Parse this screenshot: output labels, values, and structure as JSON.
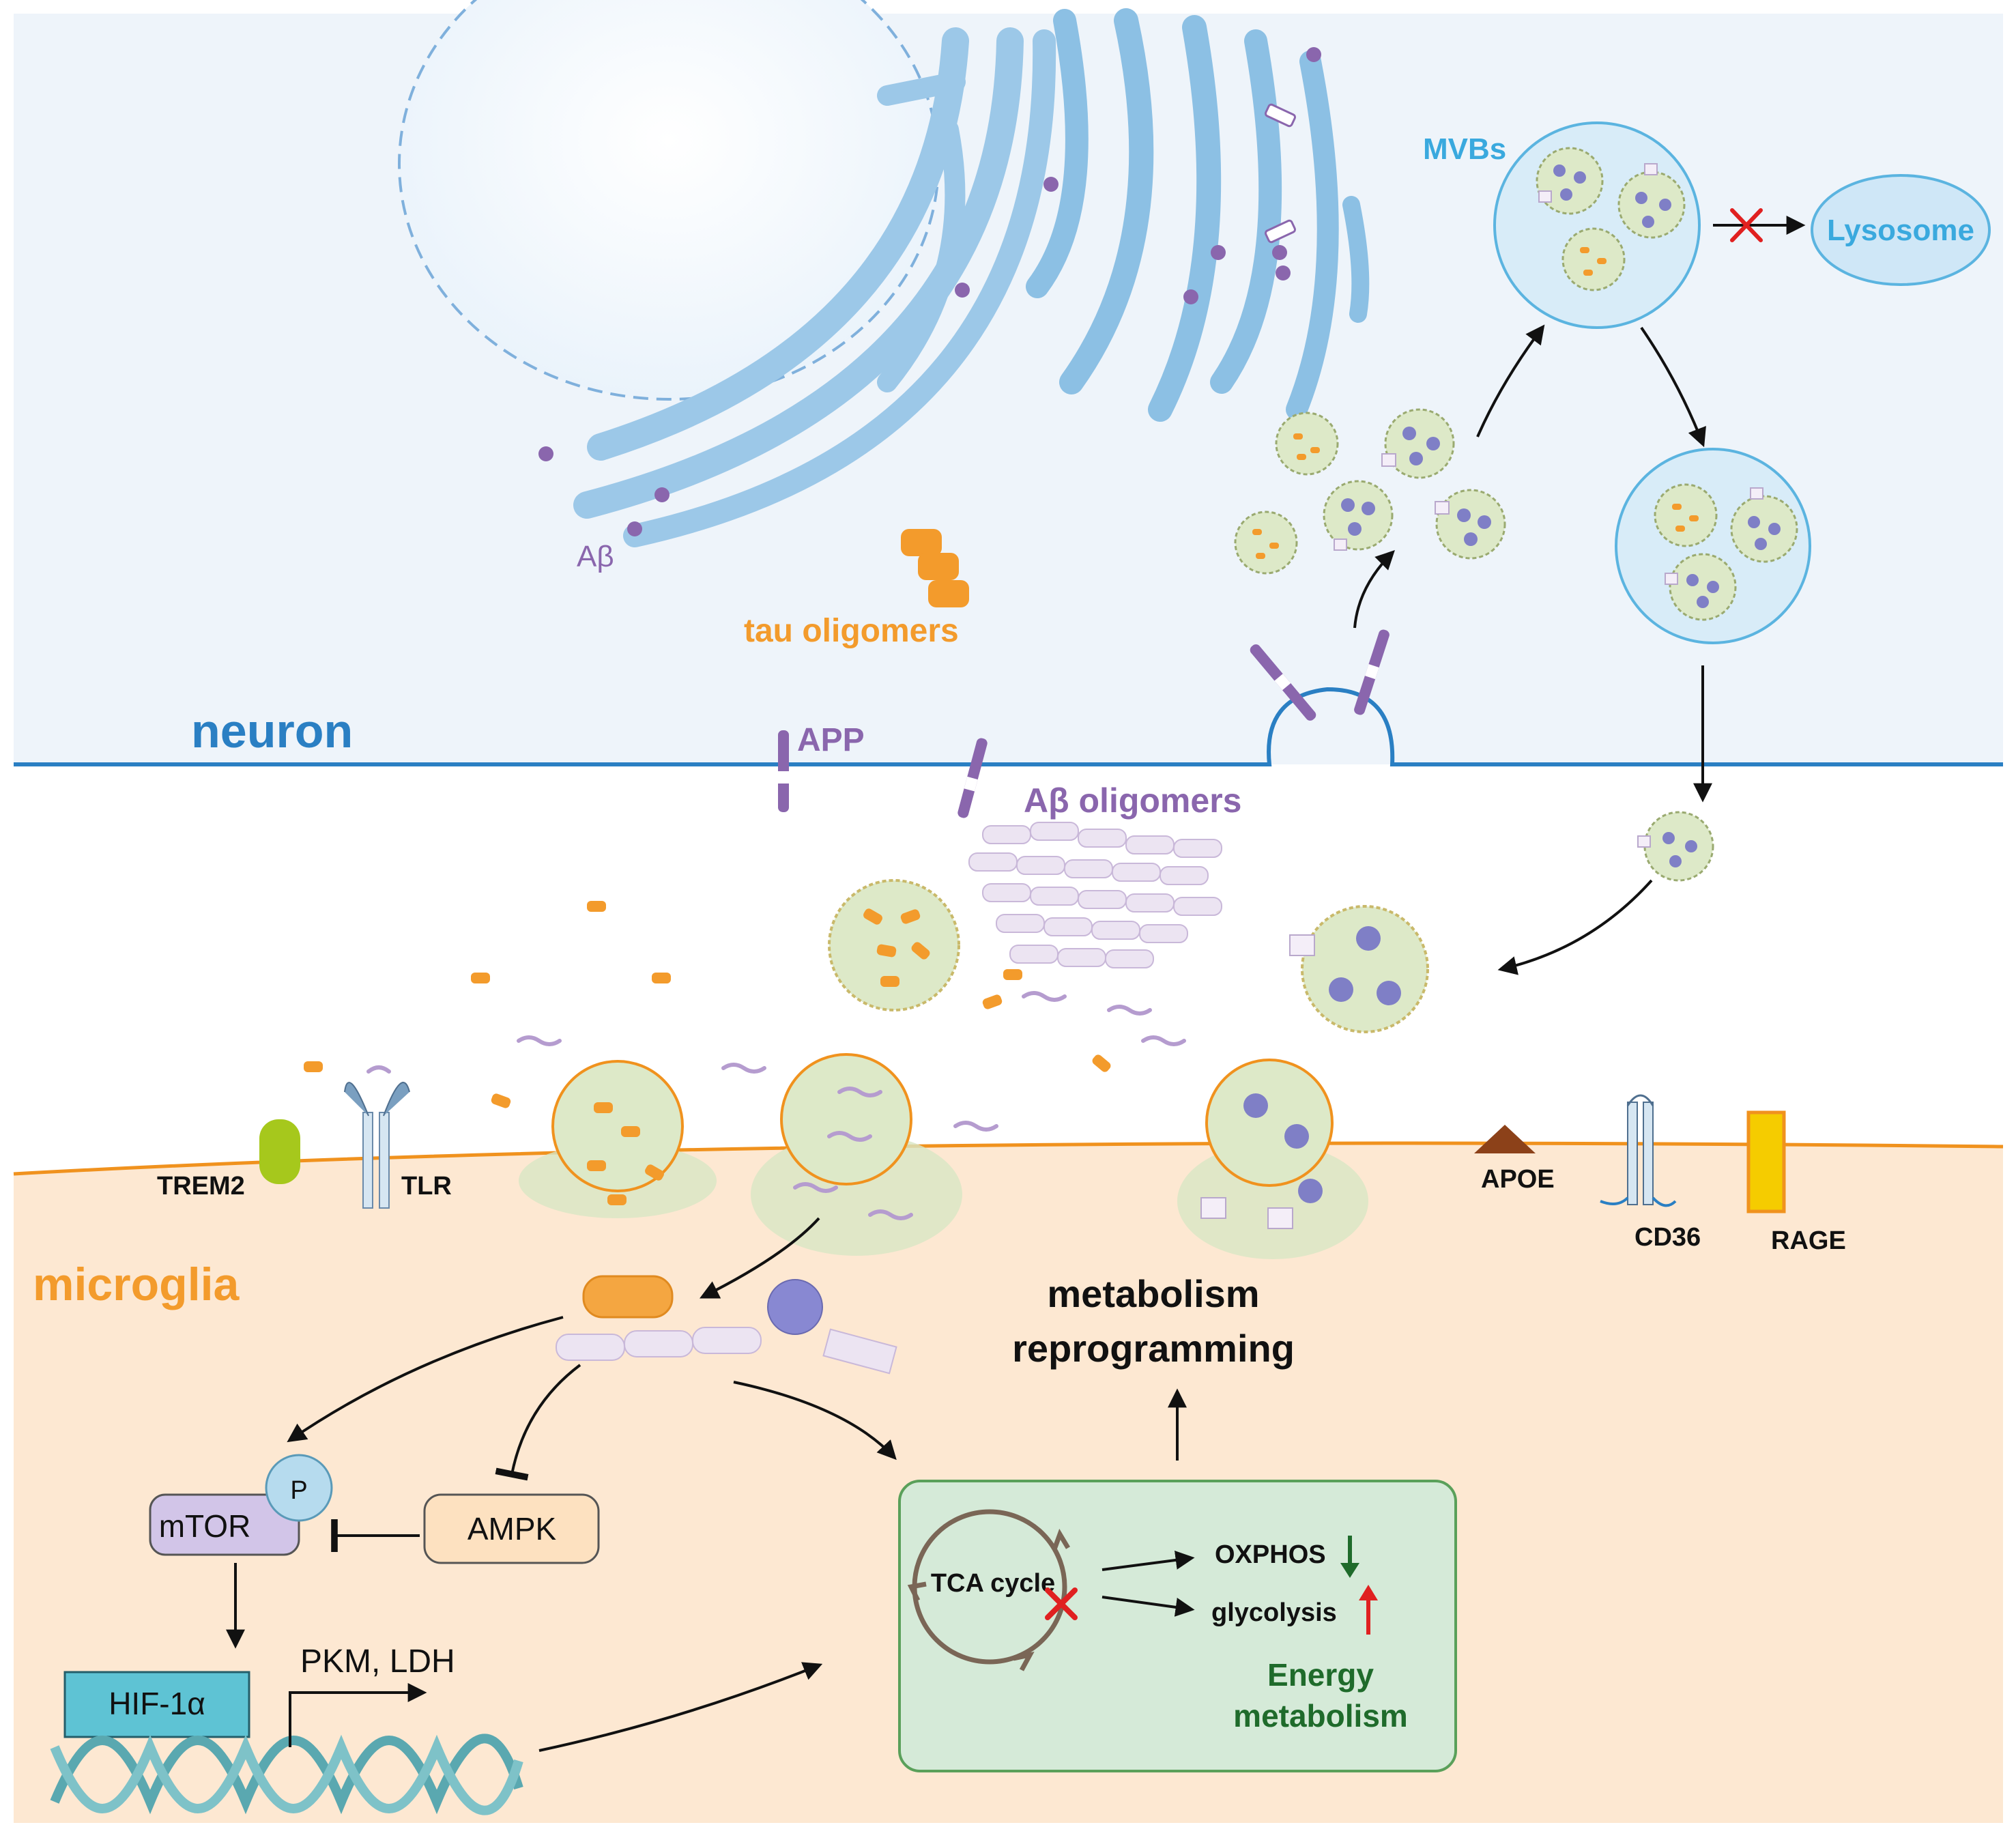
{
  "labels": {
    "abeta": "Aβ",
    "tau_oligomers": "tau oligomers",
    "neuron": "neuron",
    "app": "APP",
    "abeta_oligomers": "Aβ oligomers",
    "mvbs": "MVBs",
    "lysosome": "Lysosome",
    "trem2": "TREM2",
    "tlr": "TLR",
    "apoe": "APOE",
    "cd36": "CD36",
    "rage": "RAGE",
    "microglia": "microglia",
    "metabolism_line1": "metabolism",
    "metabolism_line2": "reprogramming",
    "mtor": "mTOR",
    "p": "P",
    "ampk": "AMPK",
    "hif": "HIF-1α",
    "pkm_ldh": "PKM, LDH",
    "tca_cycle": "TCA cycle",
    "oxphos": "OXPHOS",
    "glycolysis": "glycolysis",
    "energy_line1": "Energy",
    "energy_line2": "metabolism"
  },
  "colors": {
    "neuron_bg": "#eef4fa",
    "microglia_bg": "#fde8d2",
    "membrane_blue": "#2a7fc3",
    "membrane_orange": "#f0921e",
    "organelle_blue": "#9cc8e8",
    "tau_orange": "#f39b2c",
    "abeta_purple": "#8a66ad",
    "vesicle_green": "#dde9c8",
    "dot_purple": "#7f7fc6",
    "energy_box": "#d5ead8",
    "energy_text": "#1f6b2b",
    "mtor_fill": "#d2c5e8",
    "ampk_fill": "#fde1c0",
    "hif_fill": "#5ec3d4",
    "inhibit_red": "#e02020"
  }
}
